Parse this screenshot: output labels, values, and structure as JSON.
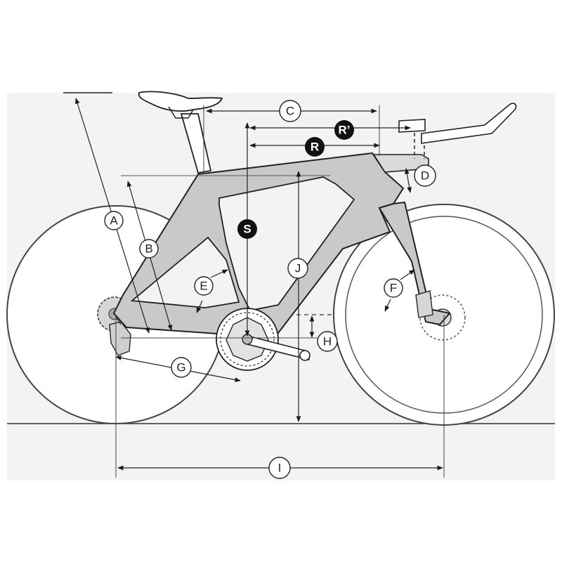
{
  "diagram": {
    "colors": {
      "background_panel": "#f3f3f3",
      "frame_fill": "#c9c9c9",
      "line": "#1a1a1a",
      "wheel": "#444444",
      "badge_dark": "#111111"
    },
    "labels": {
      "A": "A",
      "B": "B",
      "C": "C",
      "D": "D",
      "E": "E",
      "F": "F",
      "G": "G",
      "H": "H",
      "I": "I",
      "J": "J",
      "R": "R",
      "R_prime": "R’",
      "S": "S"
    }
  }
}
